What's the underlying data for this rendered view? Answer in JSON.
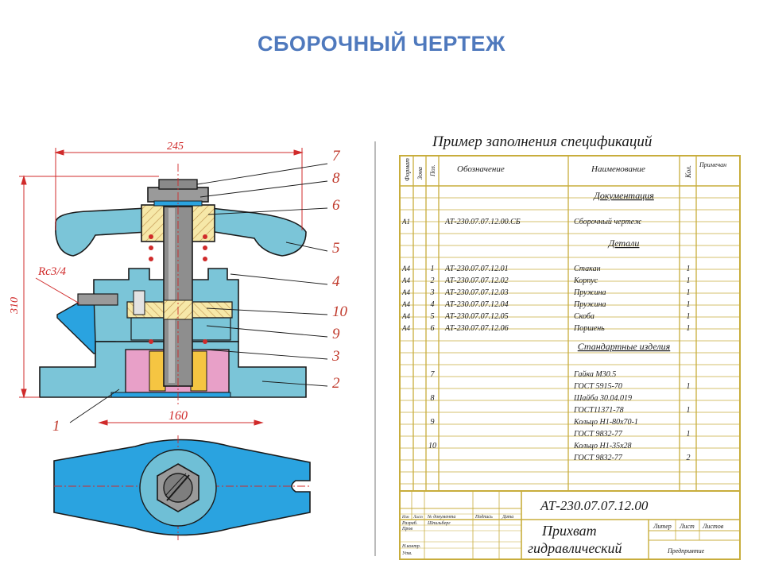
{
  "page": {
    "title": "СБОРОЧНЫЙ ЧЕРТЕЖ"
  },
  "colors": {
    "title": "#4f79bd",
    "frame": "#c8ad3c",
    "annotation": "#c0392b",
    "body_blue": "#7bc5d8",
    "bright_blue": "#2aa3e0",
    "hatch_yellow": "#f6e8a8",
    "pink": "#e8a0c8"
  },
  "drawing": {
    "dimensions": {
      "width": "245",
      "height": "310",
      "plan_width": "160"
    },
    "thread_label": "Rc3/4",
    "callouts": [
      "7",
      "8",
      "6",
      "5",
      "4",
      "10",
      "9",
      "3",
      "2",
      "1"
    ]
  },
  "spec": {
    "heading": "Пример заполнения спецификаций",
    "headers": {
      "format": "Формат",
      "zone": "Зона",
      "pos": "Поз.",
      "designation": "Обозначение",
      "name": "Наименование",
      "qty": "Кол.",
      "note": "Примечан"
    },
    "rows": [
      {
        "format": "",
        "pos": "",
        "designation": "",
        "name": "Документация",
        "qty": ""
      },
      {
        "format": "А1",
        "pos": "",
        "designation": "АТ-230.07.07.12.00.СБ",
        "name": "Сборочный чертеж",
        "qty": ""
      },
      {
        "format": "",
        "pos": "",
        "designation": "",
        "name": "Детали",
        "qty": ""
      },
      {
        "format": "А4",
        "pos": "1",
        "designation": "АТ-230.07.07.12.01",
        "name": "Стакан",
        "qty": "1"
      },
      {
        "format": "А4",
        "pos": "2",
        "designation": "АТ-230.07.07.12.02",
        "name": "Корпус",
        "qty": "1"
      },
      {
        "format": "А4",
        "pos": "3",
        "designation": "АТ-230.07.07.12.03",
        "name": "Пружина",
        "qty": "1"
      },
      {
        "format": "А4",
        "pos": "4",
        "designation": "АТ-230.07.07.12.04",
        "name": "Пружина",
        "qty": "1"
      },
      {
        "format": "А4",
        "pos": "5",
        "designation": "АТ-230.07.07.12.05",
        "name": "Скоба",
        "qty": "1"
      },
      {
        "format": "А4",
        "pos": "6",
        "designation": "АТ-230.07.07.12.06",
        "name": "Поршень",
        "qty": "1"
      },
      {
        "format": "",
        "pos": "",
        "designation": "",
        "name": "Стандартные изделия",
        "qty": ""
      },
      {
        "format": "",
        "pos": "7",
        "designation": "",
        "name": "Гайка М30.5",
        "qty": ""
      },
      {
        "format": "",
        "pos": "",
        "designation": "",
        "name": "ГОСТ 5915-70",
        "qty": "1"
      },
      {
        "format": "",
        "pos": "8",
        "designation": "",
        "name": "Шайба 30.04.019",
        "qty": ""
      },
      {
        "format": "",
        "pos": "",
        "designation": "",
        "name": "ГОСТ11371-78",
        "qty": "1"
      },
      {
        "format": "",
        "pos": "9",
        "designation": "",
        "name": "Кольцо Н1-80х70-1",
        "qty": ""
      },
      {
        "format": "",
        "pos": "",
        "designation": "",
        "name": "ГОСТ 9832-77",
        "qty": "1"
      },
      {
        "format": "",
        "pos": "10",
        "designation": "",
        "name": "Кольцо Н1-35х28",
        "qty": ""
      },
      {
        "format": "",
        "pos": "",
        "designation": "",
        "name": "ГОСТ 9832-77",
        "qty": "2"
      }
    ],
    "title_block": {
      "code": "АТ-230.07.07.12.00",
      "name_line1": "Прихват",
      "name_line2": "гидравлический",
      "col_izm": "Изм",
      "col_list": "Лист",
      "col_doc": "№ документа",
      "col_sign": "Подпись",
      "col_date": "Дата",
      "role_dev": "Разраб.",
      "dev_name": "Шпильберг",
      "role_check": "Пров",
      "role_norm": "Н.контр.",
      "role_appr": "Утв.",
      "litera": "Литер",
      "sheet": "Лист",
      "sheets": "Листов",
      "company": "Предприятие"
    }
  }
}
